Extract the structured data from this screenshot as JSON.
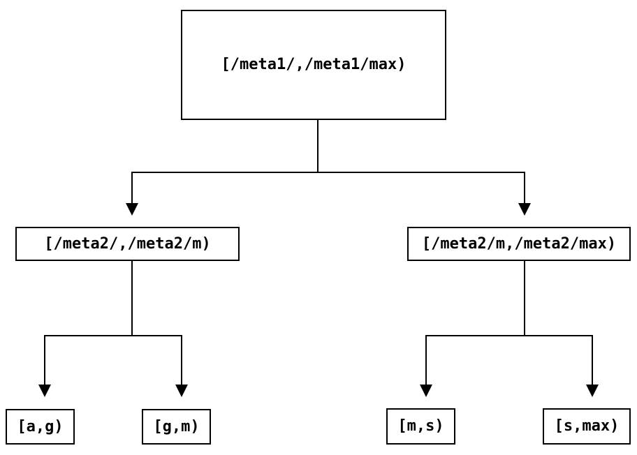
{
  "diagram": {
    "type": "binary-range-partition-tree",
    "colors": {
      "background": "#ffffff",
      "line": "#000000",
      "text": "#000000"
    },
    "nodes": {
      "root": {
        "label": "[/meta1/,/meta1/max)"
      },
      "left": {
        "label": "[/meta2/,/meta2/m)"
      },
      "right": {
        "label": "[/meta2/m,/meta2/max)"
      },
      "leaf_ag": {
        "label": "[a,g)"
      },
      "leaf_gm": {
        "label": "[g,m)"
      },
      "leaf_ms": {
        "label": "[m,s)"
      },
      "leaf_smax": {
        "label": "[s,max)"
      }
    },
    "edges": [
      {
        "from": "root",
        "to": "left"
      },
      {
        "from": "root",
        "to": "right"
      },
      {
        "from": "left",
        "to": "leaf_ag"
      },
      {
        "from": "left",
        "to": "leaf_gm"
      },
      {
        "from": "right",
        "to": "leaf_ms"
      },
      {
        "from": "right",
        "to": "leaf_smax"
      }
    ]
  }
}
